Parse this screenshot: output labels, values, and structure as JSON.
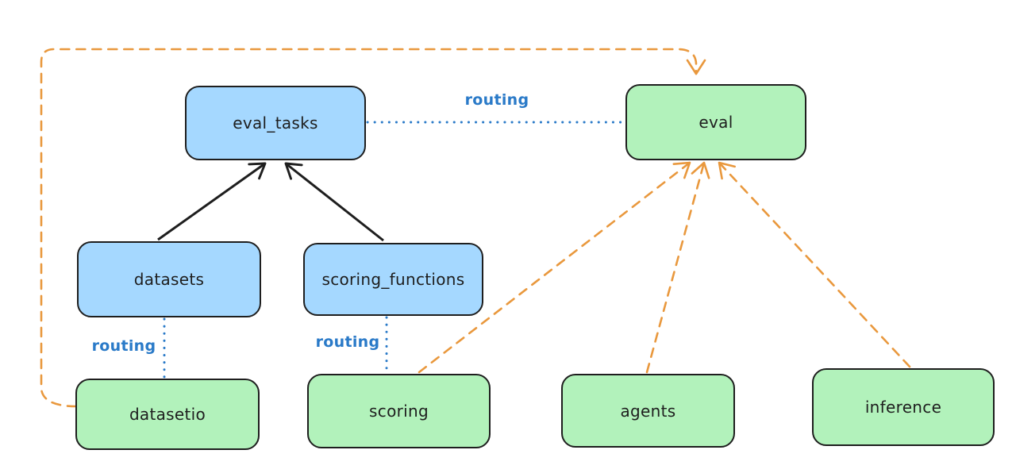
{
  "diagram": {
    "style": "hand-drawn sketch (excalidraw-like)",
    "background": "#ffffff",
    "colors": {
      "blue_node_fill": "#a5d8ff",
      "green_node_fill": "#b2f2bb",
      "node_border": "#1e1e1e",
      "node_text": "#1e1e1e",
      "solid_arrow": "#1e1e1e",
      "routing_dotted_line": "#2a7ac8",
      "routing_label_text": "#2a7ac8",
      "dashed_arrow_orange": "#e9983d"
    },
    "nodes": {
      "eval_tasks": {
        "label": "eval_tasks",
        "fill": "#a5d8ff"
      },
      "eval": {
        "label": "eval",
        "fill": "#b2f2bb"
      },
      "datasets": {
        "label": "datasets",
        "fill": "#a5d8ff"
      },
      "scoring_functions": {
        "label": "scoring_functions",
        "fill": "#a5d8ff"
      },
      "datasetio": {
        "label": "datasetio",
        "fill": "#b2f2bb"
      },
      "scoring": {
        "label": "scoring",
        "fill": "#b2f2bb"
      },
      "agents": {
        "label": "agents",
        "fill": "#b2f2bb"
      },
      "inference": {
        "label": "inference",
        "fill": "#b2f2bb"
      }
    },
    "edge_labels": {
      "eval_tasks_eval": "routing",
      "datasets_datasetio": "routing",
      "scoring_functions_scoring": "routing"
    },
    "edges": [
      {
        "from": "datasets",
        "to": "eval_tasks",
        "style": "solid",
        "arrowhead": true,
        "color": "#1e1e1e"
      },
      {
        "from": "scoring_functions",
        "to": "eval_tasks",
        "style": "solid",
        "arrowhead": true,
        "color": "#1e1e1e"
      },
      {
        "from": "eval_tasks",
        "to": "eval",
        "style": "dotted",
        "arrowhead": false,
        "color": "#2a7ac8",
        "label": "routing"
      },
      {
        "from": "datasets",
        "to": "datasetio",
        "style": "dotted",
        "arrowhead": false,
        "color": "#2a7ac8",
        "label": "routing"
      },
      {
        "from": "scoring_functions",
        "to": "scoring",
        "style": "dotted",
        "arrowhead": false,
        "color": "#2a7ac8",
        "label": "routing"
      },
      {
        "from": "datasetio",
        "to": "eval",
        "style": "dashed",
        "arrowhead": true,
        "color": "#e9983d",
        "route": "left-around-top"
      },
      {
        "from": "scoring",
        "to": "eval",
        "style": "dashed",
        "arrowhead": true,
        "color": "#e9983d"
      },
      {
        "from": "agents",
        "to": "eval",
        "style": "dashed",
        "arrowhead": true,
        "color": "#e9983d"
      },
      {
        "from": "inference",
        "to": "eval",
        "style": "dashed",
        "arrowhead": true,
        "color": "#e9983d"
      }
    ]
  }
}
